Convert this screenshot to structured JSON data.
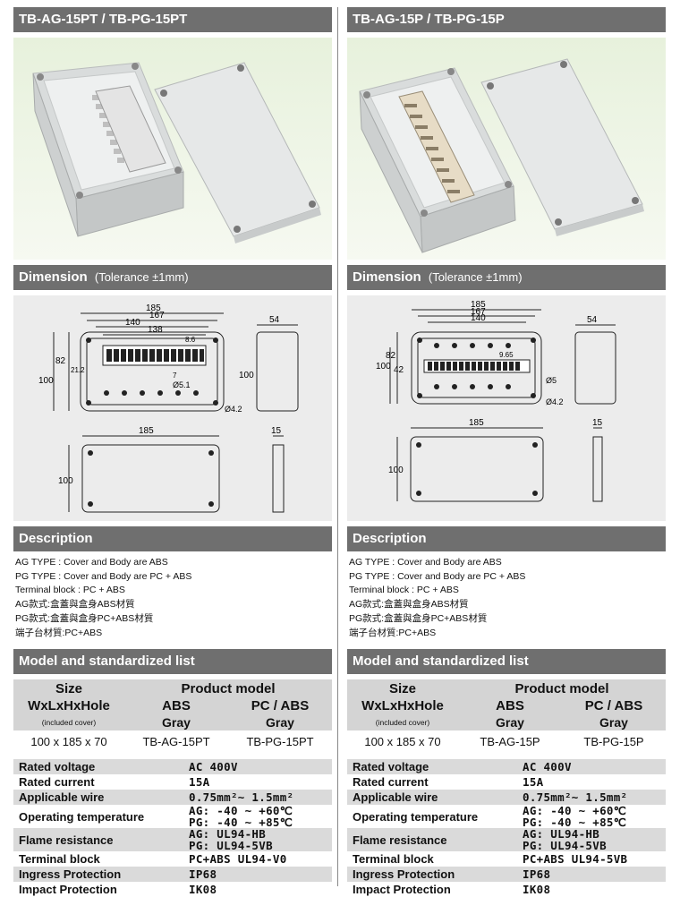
{
  "columns": [
    {
      "title": "TB-AG-15PT / TB-PG-15PT",
      "dimension_title": "Dimension",
      "dimension_tolerance": "(Tolerance ±1mm)",
      "dims": {
        "d185": "185",
        "d167": "167",
        "d140": "140",
        "d138": "138",
        "d86": "8.6",
        "d82": "82",
        "d212": "21.2",
        "d100": "100",
        "d7": "7",
        "d51": "Ø5.1",
        "d42": "Ø4.2",
        "d54": "54",
        "d100b": "100",
        "d185b": "185",
        "d15": "15",
        "d100c": "100"
      },
      "description_title": "Description",
      "description": [
        "AG TYPE : Cover and Body are ABS",
        "PG TYPE : Cover and Body are PC + ABS",
        "Terminal block : PC + ABS",
        "AG款式:盒蓋與盒身ABS材質",
        "PG款式:盒蓋與盒身PC+ABS材質",
        "端子台材質:PC+ABS"
      ],
      "model_title": "Model and standardized list",
      "model": {
        "size_label": "Size",
        "size_sub": "WxLxHxHole",
        "size_note": "(included cover)",
        "product_model": "Product model",
        "abs": "ABS",
        "pcabs": "PC / ABS",
        "gray1": "Gray",
        "gray2": "Gray",
        "size_value": "100 x 185 x 70",
        "ag_model": "TB-AG-15PT",
        "pg_model": "TB-PG-15PT"
      },
      "specs": [
        {
          "label": "Rated voltage",
          "value": "AC 400V"
        },
        {
          "label": "Rated current",
          "value": "15A"
        },
        {
          "label": "Applicable wire",
          "value": "0.75mm²~ 1.5mm²"
        },
        {
          "label": "Operating temperature",
          "value": "AG: -40 ~ +60℃",
          "value2": "PG: -40 ~ +85℃"
        },
        {
          "label": "Flame resistance",
          "value": "AG: UL94-HB",
          "value2": "PG: UL94-5VB"
        },
        {
          "label": "Terminal block",
          "value": "PC+ABS UL94-V0"
        },
        {
          "label": "Ingress Protection",
          "value": "IP68"
        },
        {
          "label": "Impact Protection",
          "value": "IK08"
        }
      ]
    },
    {
      "title": "TB-AG-15P / TB-PG-15P",
      "dimension_title": "Dimension",
      "dimension_tolerance": "(Tolerance ±1mm)",
      "dims": {
        "d185": "185",
        "d167": "167",
        "d140": "140",
        "d138": "",
        "d86": "9.65",
        "d82": "82",
        "d212": "42",
        "d100": "100",
        "d7": "",
        "d51": "Ø5",
        "d42": "Ø4.2",
        "d54": "54",
        "d100b": "",
        "d185b": "185",
        "d15": "15",
        "d100c": "100"
      },
      "description_title": "Description",
      "description": [
        "AG TYPE : Cover and Body are ABS",
        "PG TYPE : Cover and Body are PC + ABS",
        "Terminal block : PC + ABS",
        "AG款式:盒蓋與盒身ABS材質",
        "PG款式:盒蓋與盒身PC+ABS材質",
        "端子台材質:PC+ABS"
      ],
      "model_title": "Model and standardized list",
      "model": {
        "size_label": "Size",
        "size_sub": "WxLxHxHole",
        "size_note": "(included cover)",
        "product_model": "Product model",
        "abs": "ABS",
        "pcabs": "PC / ABS",
        "gray1": "Gray",
        "gray2": "Gray",
        "size_value": "100 x 185 x 70",
        "ag_model": "TB-AG-15P",
        "pg_model": "TB-PG-15P"
      },
      "specs": [
        {
          "label": "Rated voltage",
          "value": "AC 400V"
        },
        {
          "label": "Rated current",
          "value": "15A"
        },
        {
          "label": "Applicable wire",
          "value": "0.75mm²~ 1.5mm²"
        },
        {
          "label": "Operating temperature",
          "value": "AG: -40 ~ +60℃",
          "value2": "PG: -40 ~ +85℃"
        },
        {
          "label": "Flame resistance",
          "value": "AG: UL94-HB",
          "value2": "PG: UL94-5VB"
        },
        {
          "label": "Terminal block",
          "value": "PC+ABS UL94-5VB"
        },
        {
          "label": "Ingress Protection",
          "value": "IP68"
        },
        {
          "label": "Impact Protection",
          "value": "IK08"
        }
      ]
    }
  ]
}
